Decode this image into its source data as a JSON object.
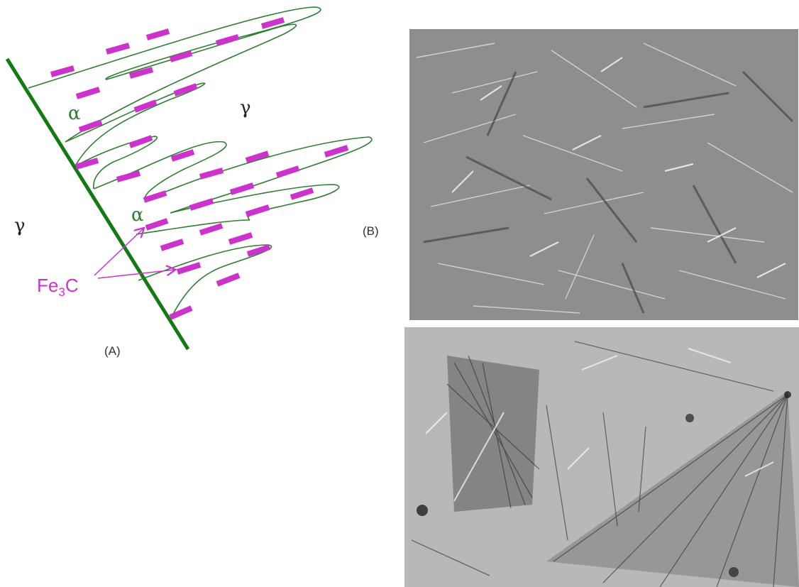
{
  "labels": {
    "panel_a": "(A)",
    "panel_b": "(B)",
    "gamma_left": "γ",
    "gamma_right": "γ",
    "alpha_top": "α",
    "alpha_mid": "α",
    "fe3c_main": "Fe",
    "fe3c_sub": "3",
    "fe3c_end": "C"
  },
  "colors": {
    "boundary": "#117a11",
    "lath": "#2e7d32",
    "carbide": "#cc33cc",
    "greek": "#2e7d32",
    "photo_top_bg": "#8e8e8e",
    "photo_bottom_bg": "#b8b8b8"
  },
  "images": {
    "top": "optical-micrograph-upper-bainite",
    "bottom": "optical-micrograph-bainite-sheaves"
  }
}
